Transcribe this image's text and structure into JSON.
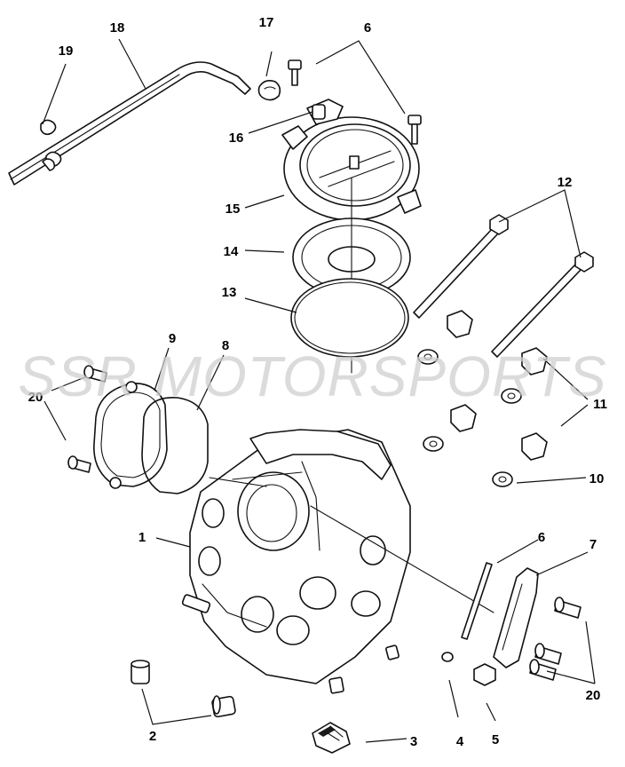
{
  "watermark": "SSR MOTORSPORTS",
  "callouts": {
    "c1": "1",
    "c2": "2",
    "c3": "3",
    "c4": "4",
    "c5": "5",
    "c6_top": "6",
    "c6_mid": "6",
    "c7": "7",
    "c8": "8",
    "c9": "9",
    "c10": "10",
    "c11": "11",
    "c12": "12",
    "c13": "13",
    "c14": "14",
    "c15": "15",
    "c16": "16",
    "c17": "17",
    "c18": "18",
    "c19": "19",
    "c20_left": "20",
    "c20_right": "20"
  }
}
